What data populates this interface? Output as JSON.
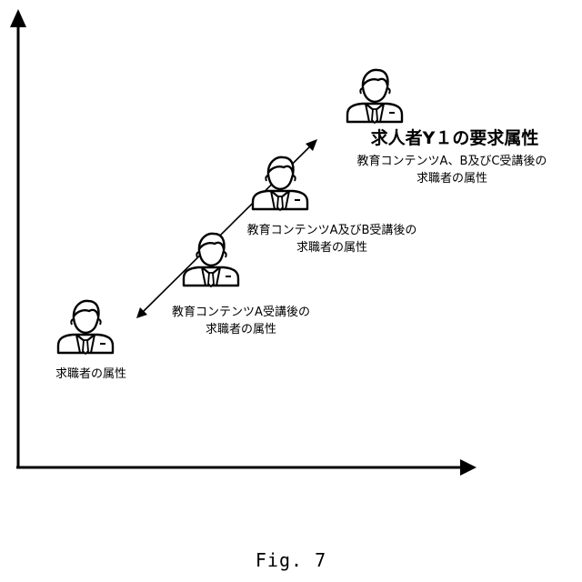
{
  "labels": {
    "p1": [
      "求職者の属性"
    ],
    "p2": [
      "教育コンテンツA受講後の",
      "求職者の属性"
    ],
    "p3": [
      "教育コンテンツA及びB受講後の",
      "求職者の属性"
    ],
    "p4": [
      "教育コンテンツA、B及びC受講後の",
      "求職者の属性"
    ],
    "target": "求人者Y１の要求属性"
  },
  "caption": "Fig. 7"
}
